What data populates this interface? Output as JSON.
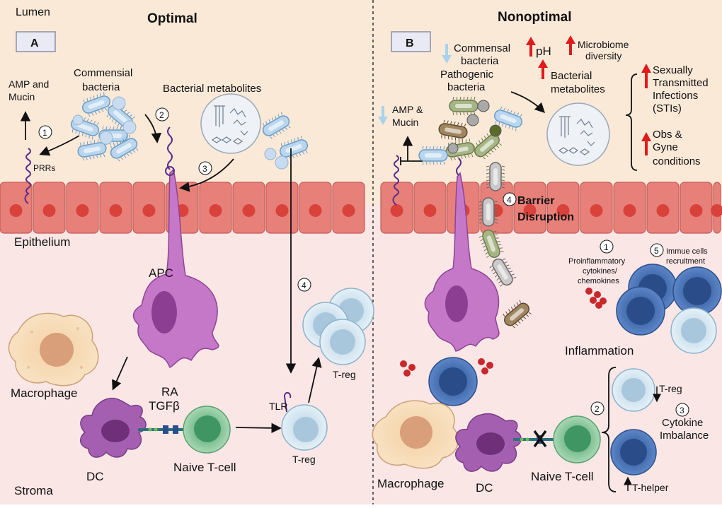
{
  "panels": {
    "optimal": {
      "title": "Optimal",
      "letter": "A"
    },
    "nonoptimal": {
      "title": "Nonoptimal",
      "letter": "B"
    }
  },
  "regions": {
    "lumen": "Lumen",
    "epithelium": "Epithelium",
    "stroma": "Stroma"
  },
  "left": {
    "amp": [
      "AMP and",
      "Mucin"
    ],
    "prrs": "PRRs",
    "commensal": [
      "Commensial",
      "bacteria"
    ],
    "metabolites": "Bacterial metabolites",
    "apc": "APC",
    "macrophage": "Macrophage",
    "dc": "DC",
    "ra_tgf": [
      "RA",
      "TGFβ"
    ],
    "naive": "Naive T-cell",
    "tlr": "TLR",
    "treg1": "T-reg",
    "treg2": "T-reg",
    "steps": [
      "1",
      "2",
      "3",
      "4"
    ]
  },
  "right": {
    "commensal": [
      "Commensal",
      "bacteria"
    ],
    "ph": "pH",
    "microbiome": [
      "Microbiome",
      "diversity"
    ],
    "pathogenic": [
      "Pathogenic",
      "bacteria"
    ],
    "metabolites": [
      "Bacterial",
      "metabolites"
    ],
    "amp": [
      "AMP &",
      "Mucin"
    ],
    "sti": [
      "Sexually",
      "Transmitted",
      "Infections",
      "(STIs)"
    ],
    "obs": [
      "Obs &",
      "Gyne",
      "conditions"
    ],
    "barrier": [
      "Barrier",
      "Disruption"
    ],
    "proinflammatory": [
      "Proinflammatory",
      "cytokines/",
      "chemokines"
    ],
    "immune": [
      "Immue cells",
      "recruitment"
    ],
    "inflammation": "Inflammation",
    "treg": "T-reg",
    "imbalance": [
      "Cytokine",
      "Imbalance"
    ],
    "thelper": "T-helper",
    "naive": "Naive T-cell",
    "dc": "DC",
    "macrophage": "Macrophage",
    "steps": [
      "1",
      "2",
      "3",
      "4",
      "5"
    ]
  },
  "colors": {
    "lumen_bg": "#fbe9d8",
    "stroma_bg": "#fbe6e6",
    "epithelium": "#e8807a",
    "nucleus": "#d9423a",
    "apc": "#c678c8",
    "treg": "#cfe3ee",
    "thelper": "#4f77b8",
    "red_arrow": "#e01b1b",
    "blue_arrow": "#a9d3ea"
  }
}
